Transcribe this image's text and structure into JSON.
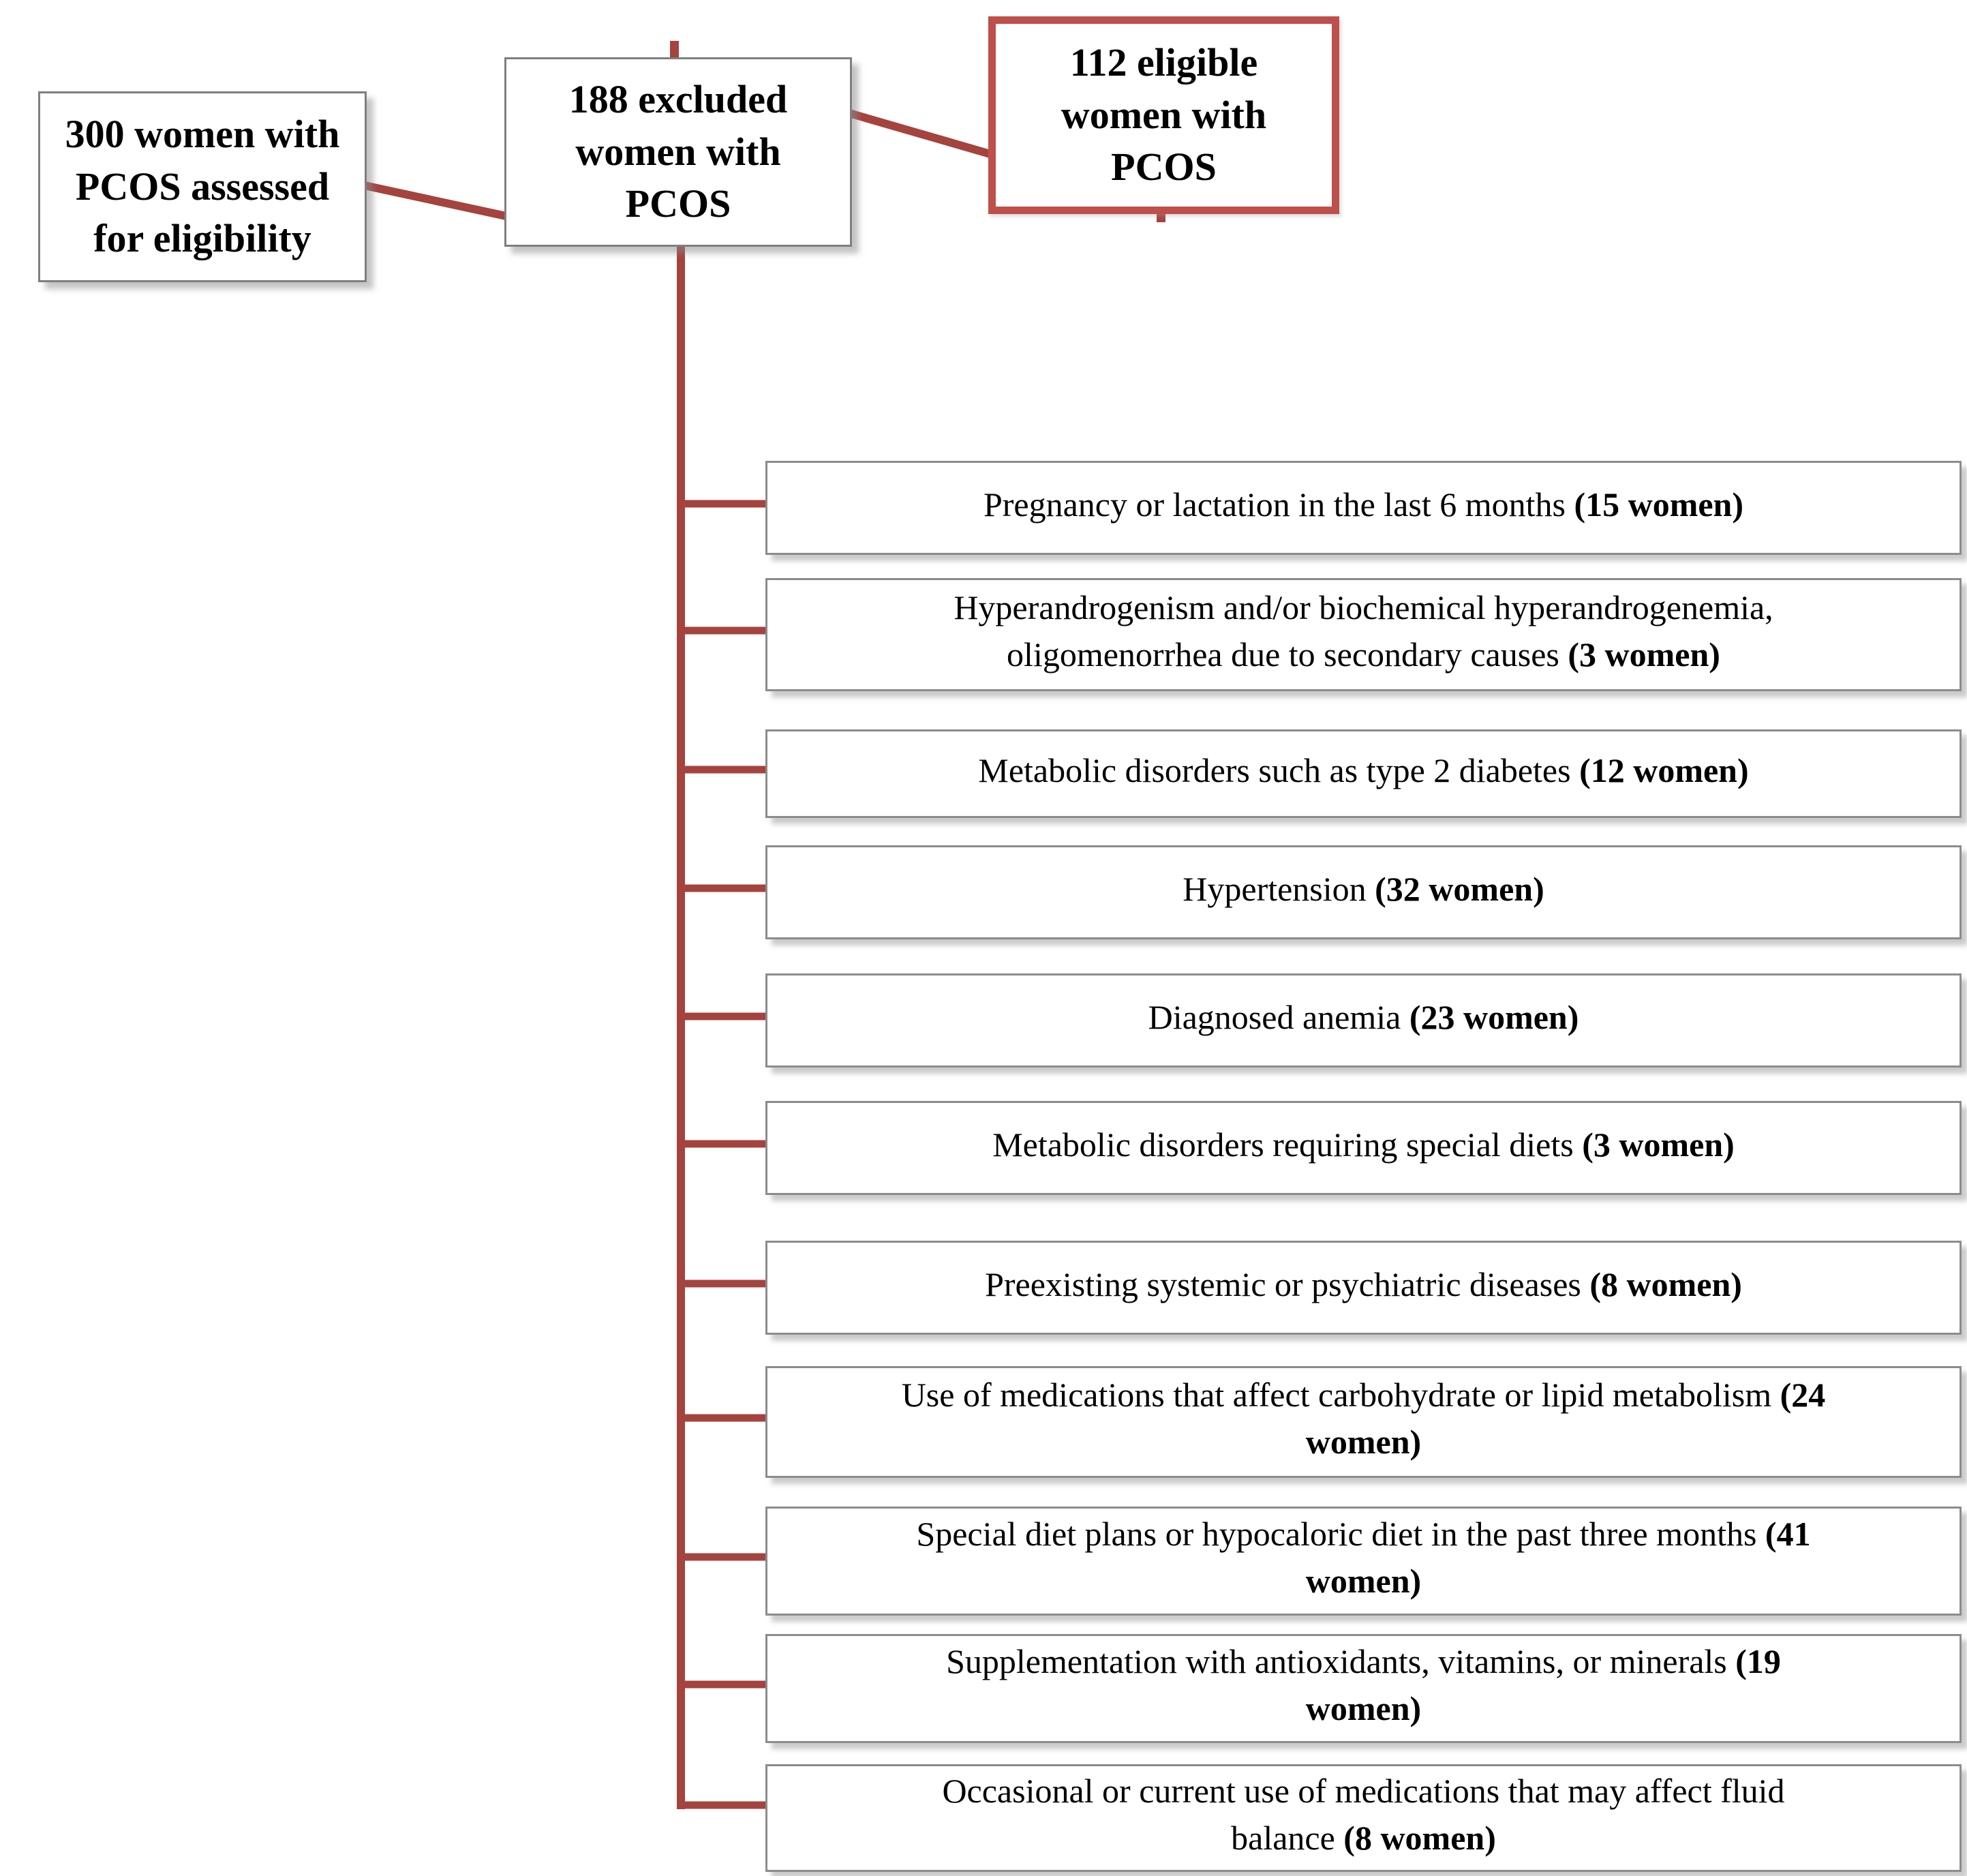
{
  "diagram": {
    "assessed_box": "300 women with\nPCOS assessed\nfor eligibility",
    "excluded_box": "188 excluded\nwomen with\nPCOS",
    "eligible_box": "112 eligible\nwomen with\nPCOS",
    "exclusion_reasons": [
      {
        "label": "Pregnancy or lactation in the last 6 months ",
        "count": "(15 women)"
      },
      {
        "label": "Hyperandrogenism and/or biochemical hyperandrogenemia,\noligomenorrhea due to secondary causes ",
        "count": "(3 women)"
      },
      {
        "label": "Metabolic disorders such as type 2 diabetes ",
        "count": "(12 women)"
      },
      {
        "label": "Hypertension ",
        "count": "(32 women)"
      },
      {
        "label": "Diagnosed anemia ",
        "count": "(23 women)"
      },
      {
        "label": "Metabolic disorders requiring special diets ",
        "count": "(3 women)"
      },
      {
        "label": "Preexisting systemic or psychiatric diseases ",
        "count": "(8 women)"
      },
      {
        "label": "Use of medications that affect carbohydrate or lipid metabolism ",
        "count": "(24\nwomen)"
      },
      {
        "label": "Special diet plans or hypocaloric diet in the past three months ",
        "count": "(41\nwomen)"
      },
      {
        "label": "Supplementation with antioxidants, vitamins, or minerals ",
        "count": "(19\nwomen)"
      },
      {
        "label": "Occasional or current use of medications that may affect fluid\nbalance ",
        "count": "(8 women)"
      }
    ],
    "colors": {
      "connector_red": "#a5433e",
      "eligible_border_red": "#bf4f4b",
      "box_border_gray": "#8c8c8c"
    }
  }
}
